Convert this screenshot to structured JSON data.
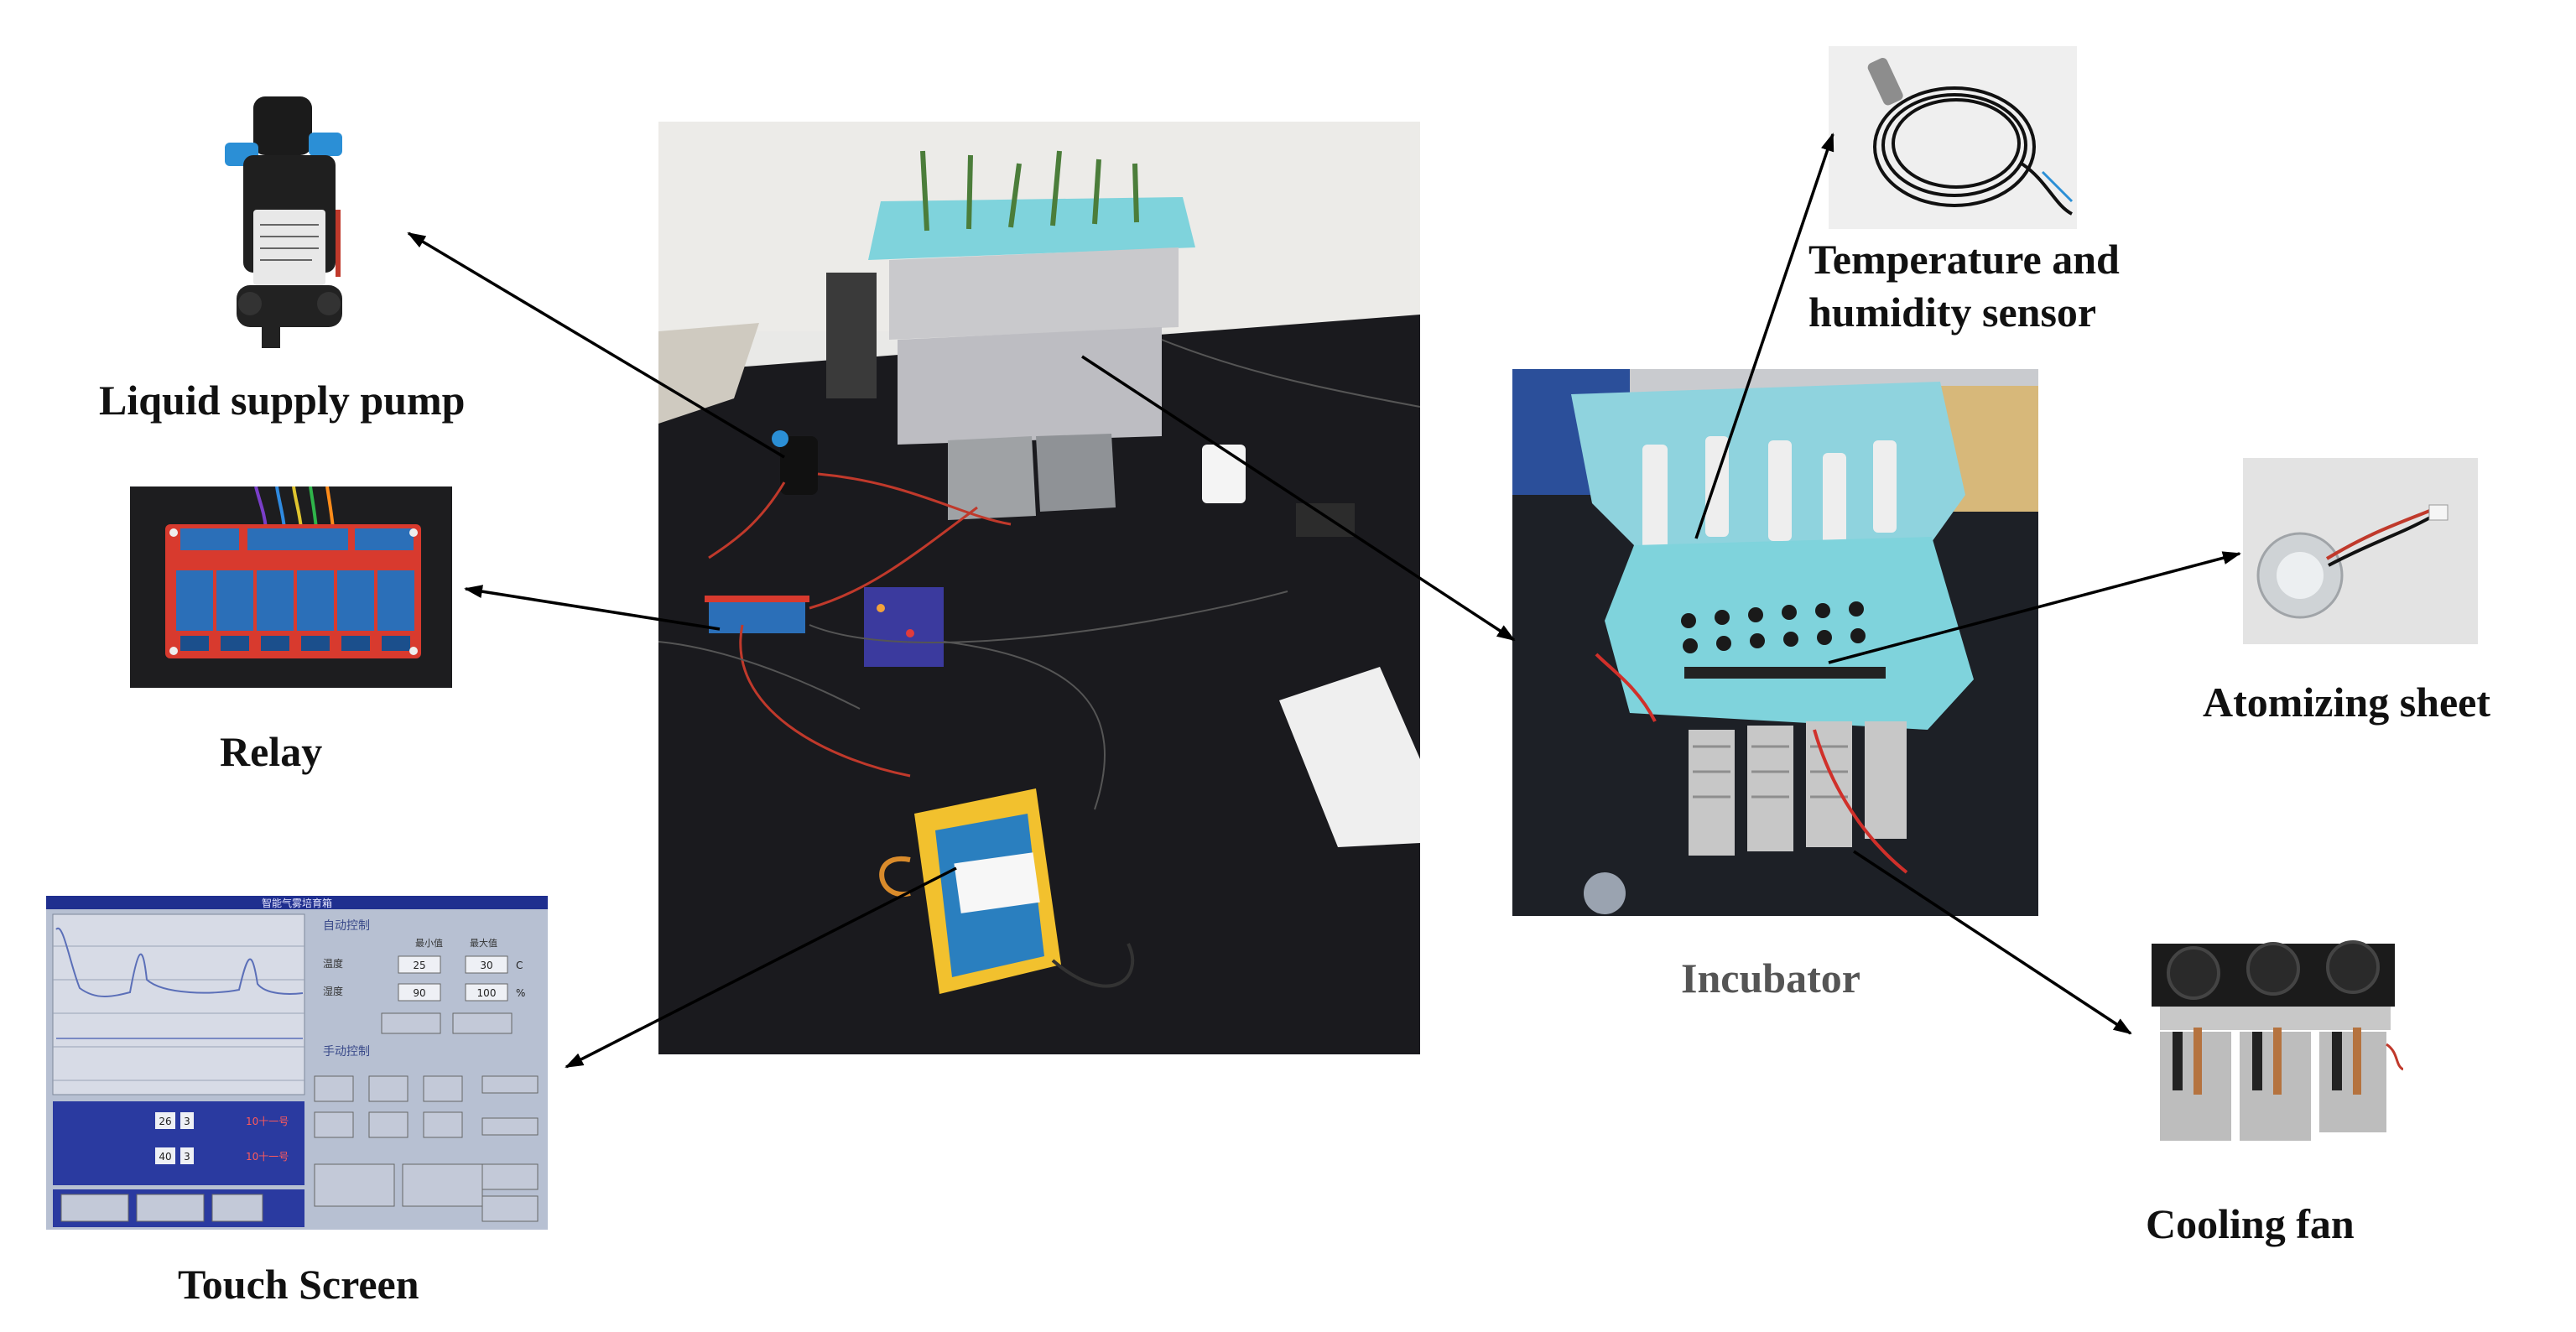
{
  "labels": {
    "pump": "Liquid supply pump",
    "relay": "Relay",
    "touch": "Touch Screen",
    "sensor_line1": "Temperature and",
    "sensor_line2": "humidity sensor",
    "incubator": "Incubator",
    "atomizer": "Atomizing sheet",
    "fan": "Cooling fan"
  },
  "touch_screen": {
    "header": "智能气雾培育箱",
    "auto_title": "自动控制",
    "col_min": "最小值",
    "col_max": "最大值",
    "row_temp": "温度",
    "row_hum": "湿度",
    "temp_min": "25",
    "temp_max": "30",
    "hum_min": "90",
    "hum_max": "100",
    "unit_c": "C",
    "unit_pct": "%",
    "manual_title": "手动控制",
    "temp_read": "26",
    "temp_read2": "3",
    "hum_read": "40",
    "hum_read2": "3",
    "status1": "10十一号",
    "status2": "10十一号"
  },
  "colors": {
    "line": "#000000",
    "teal_box": "#7fd3dc",
    "screen_blue": "#1f2f8f",
    "relay_blue": "#2b6fb8",
    "relay_board": "#d83a2e",
    "table_black": "#1a1a1e"
  }
}
